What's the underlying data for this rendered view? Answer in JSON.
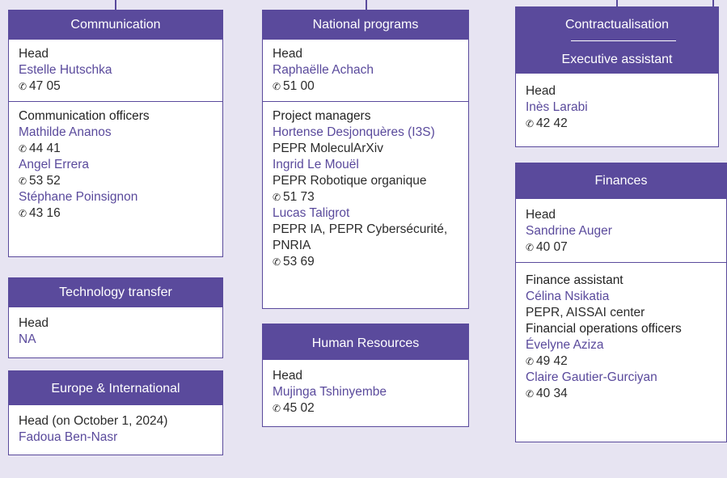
{
  "communication": {
    "title": "Communication",
    "head_label": "Head",
    "head_name": "Estelle Hutschka",
    "head_phone": "47 05",
    "officers_label": "Communication officers",
    "officers": [
      {
        "name": "Mathilde Ananos",
        "phone": "44 41"
      },
      {
        "name": "Angel Errera",
        "phone": "53 52"
      },
      {
        "name": "Stéphane Poinsignon",
        "phone": "43 16"
      }
    ]
  },
  "tech_transfer": {
    "title": "Technology transfer",
    "head_label": "Head",
    "head_name": "NA"
  },
  "europe": {
    "title": "Europe & International",
    "head_label": "Head (on October 1, 2024)",
    "head_name": "Fadoua Ben-Nasr"
  },
  "national": {
    "title": "National programs",
    "head_label": "Head",
    "head_name": "Raphaëlle Achach",
    "head_phone": "51 00",
    "pm_label": "Project managers",
    "pm": [
      {
        "name": "Hortense Desjonquères (I3S)",
        "role": "PEPR MoleculArXiv"
      },
      {
        "name": "Ingrid Le Mouël",
        "role": "PEPR Robotique organique",
        "phone": "51 73"
      },
      {
        "name": "Lucas Taligrot",
        "role": "PEPR IA, PEPR Cybersécurité, PNRIA",
        "phone": "53 69"
      }
    ]
  },
  "hr": {
    "title": "Human Resources",
    "head_label": "Head",
    "head_name": "Mujinga Tshinyembe",
    "head_phone": "45 02"
  },
  "contract": {
    "title": "Contractualisation",
    "subtitle": "Executive assistant",
    "head_label": "Head",
    "head_name": "Inès Larabi",
    "head_phone": "42 42"
  },
  "finances": {
    "title": "Finances",
    "head_label": "Head",
    "head_name": "Sandrine Auger",
    "head_phone": "40 07",
    "fa_label": "Finance assistant",
    "fa_name": "Célina Nsikatia",
    "fa_role": "PEPR, AISSAI center",
    "foo_label": "Financial operations officers",
    "foo": [
      {
        "name": "Évelyne Aziza",
        "phone": "49 42"
      },
      {
        "name": "Claire Gautier-Gurciyan",
        "phone": "40 34"
      }
    ]
  },
  "colors": {
    "accent": "#5a4a9c",
    "background": "#e7e4f2"
  },
  "icons": {
    "phone": "phone-icon"
  }
}
